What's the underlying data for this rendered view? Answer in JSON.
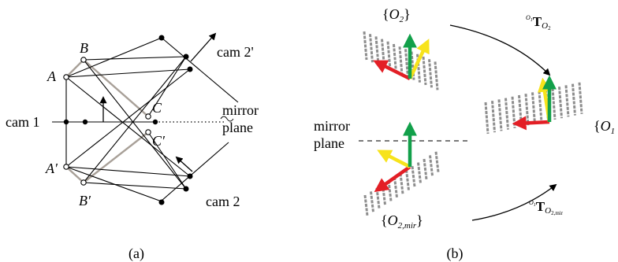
{
  "panel_a": {
    "caption": "(a)",
    "point_a": "A",
    "point_b": "B",
    "point_c": "C",
    "point_a_prime": "A′",
    "point_b_prime": "B′",
    "point_c_prime": "C′",
    "cam1_label": "cam 1",
    "cam2_label": "cam 2",
    "cam2p_label": "cam 2'",
    "mirror_line1": "mirror",
    "mirror_line2": "plane"
  },
  "panel_b": {
    "caption": "(b)",
    "o2_open": "{",
    "o2_letter": "O",
    "o2_sub": "2",
    "o2_close": "}",
    "o2mir_open": "{",
    "o2mir_letter": "O",
    "o2mir_sub": "2,mir",
    "o2mir_close": "}",
    "o1_open": "{",
    "o1_letter": "O",
    "o1_sub": "1",
    "mirror_line1": "mirror",
    "mirror_line2": "plane",
    "t_top_pre": "O",
    "t_top_pre_sub": "1",
    "t_top_T": "T",
    "t_top_sub_letter": "O",
    "t_top_sub_num": "2",
    "t_bot_pre": "O",
    "t_bot_pre_sub": "1",
    "t_bot_T": "T",
    "t_bot_sub_letter": "O",
    "t_bot_sub_num": "2,mir"
  },
  "colors": {
    "axis_red": "#e31f26",
    "axis_green": "#12a04a",
    "axis_yellow": "#f7e31b",
    "ray_gray": "#a8a098",
    "pattern_gray": "#8e8e8e"
  }
}
